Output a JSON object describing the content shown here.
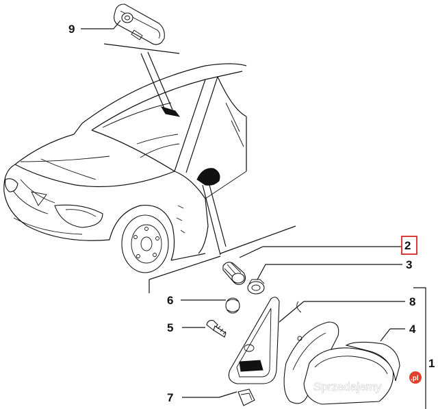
{
  "diagram": {
    "callouts": [
      {
        "id": "9",
        "label": "9"
      },
      {
        "id": "2",
        "label": "2"
      },
      {
        "id": "3",
        "label": "3"
      },
      {
        "id": "6",
        "label": "6"
      },
      {
        "id": "8",
        "label": "8"
      },
      {
        "id": "5",
        "label": "5"
      },
      {
        "id": "4",
        "label": "4"
      },
      {
        "id": "7",
        "label": "7"
      },
      {
        "id": "1",
        "label": "1"
      }
    ],
    "highlight_callout": "2",
    "highlight_color": "#d93a3a",
    "line_color": "#111111"
  },
  "watermark": {
    "text": "Sprzedajemy",
    "badge": ".pl",
    "badge_color": "#e0412c"
  }
}
